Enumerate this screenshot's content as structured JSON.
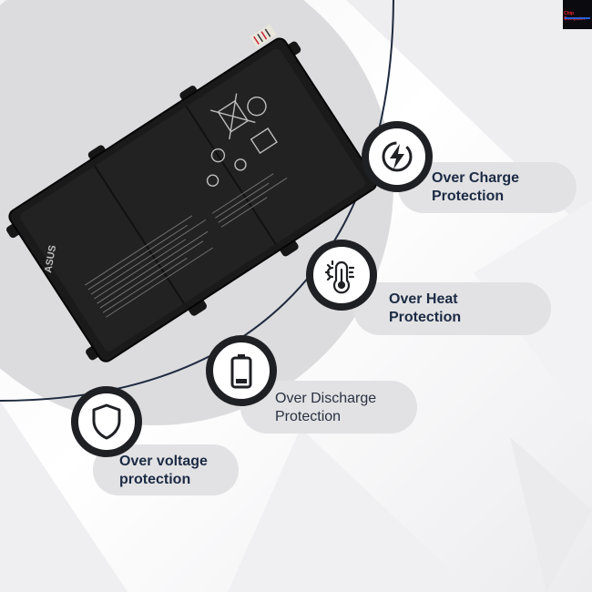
{
  "brand": {
    "logo_text": "Chip Computer",
    "logo_color_primary": "#e8262d",
    "logo_color_secondary": "#2d5fd8"
  },
  "product": {
    "brand_mark": "ASUS",
    "image_semantic": "laptop-battery"
  },
  "colors": {
    "arc_line": "#1f2a3f",
    "badge_ring": "#1f2024",
    "pill_bg": "#e2e2e4",
    "label_text": "#1c2b44"
  },
  "features": [
    {
      "icon": "lightning-bolt-icon",
      "line1": "Over Charge",
      "line2": "Protection"
    },
    {
      "icon": "thermometer-sun-icon",
      "line1": "Over Heat",
      "line2": "Protection"
    },
    {
      "icon": "battery-icon",
      "line1": "Over Discharge",
      "line2": "Protection"
    },
    {
      "icon": "shield-icon",
      "line1": "Over voltage",
      "line2": "protection"
    }
  ]
}
